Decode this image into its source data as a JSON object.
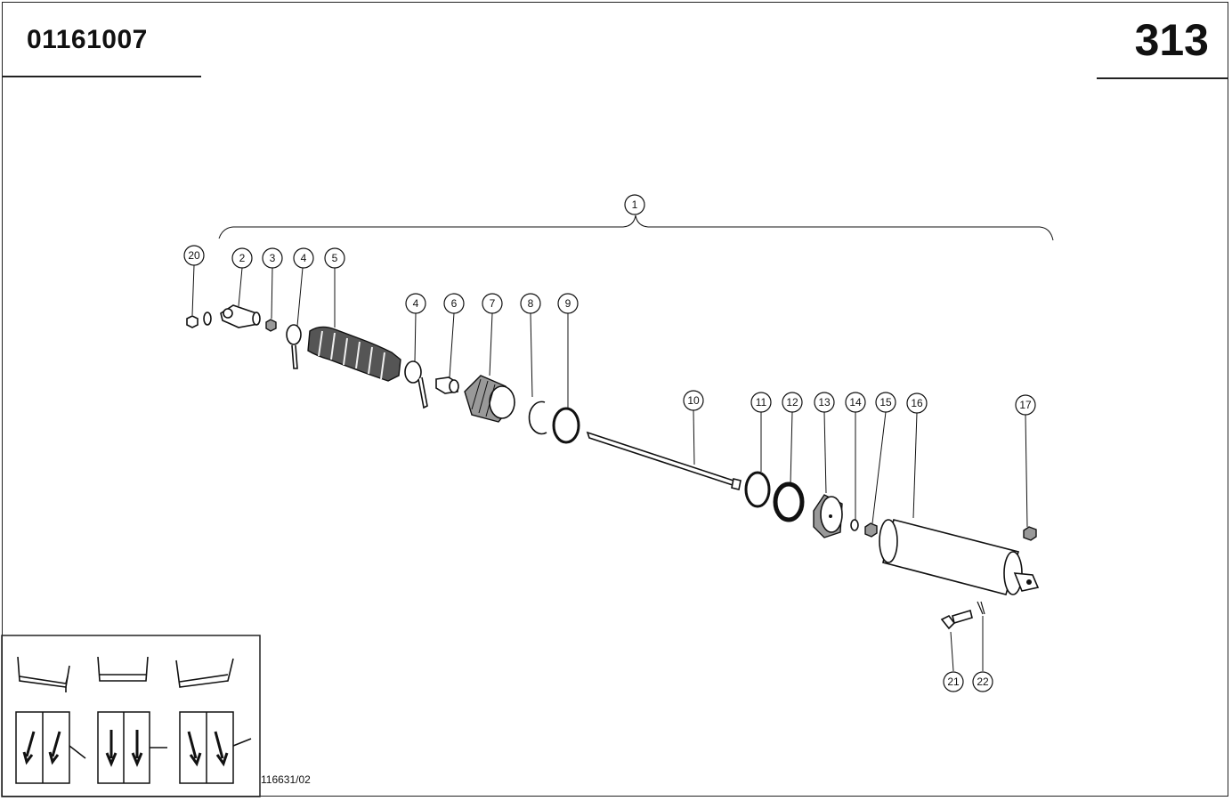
{
  "header": {
    "part_number": "01161007",
    "page_number": "313"
  },
  "footer": {
    "drawing_ref": "116631/02"
  },
  "diagram": {
    "assembly_label": "1",
    "callouts": [
      "20",
      "2",
      "3",
      "4",
      "5",
      "4",
      "6",
      "7",
      "8",
      "9",
      "10",
      "11",
      "12",
      "13",
      "14",
      "15",
      "16",
      "17",
      "21",
      "22"
    ]
  }
}
